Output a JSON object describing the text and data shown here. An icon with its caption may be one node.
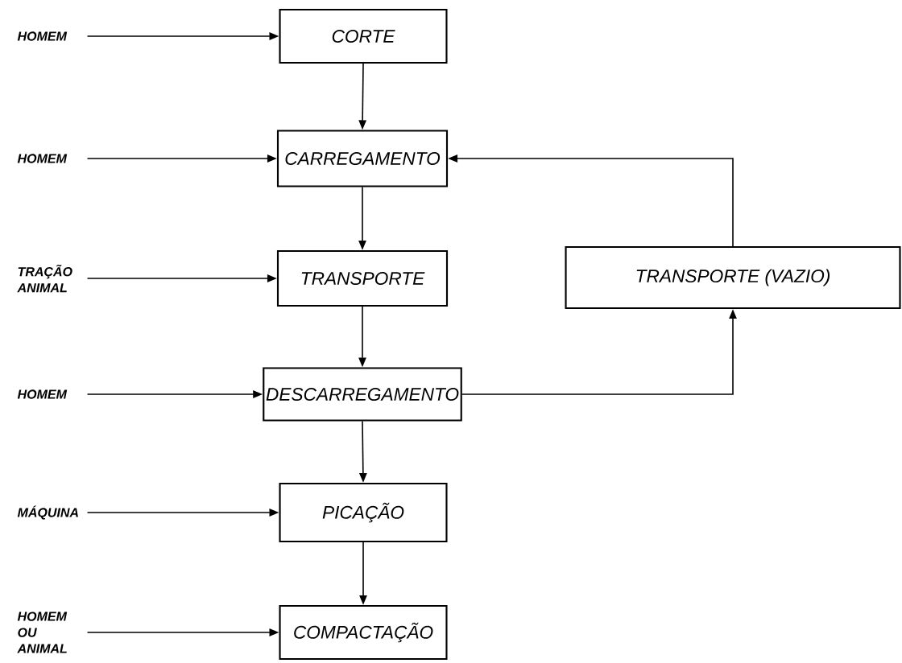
{
  "diagram": {
    "nodes": [
      {
        "text": [
          "CORTE"
        ]
      },
      {
        "text": [
          "CARREGAMENTO"
        ]
      },
      {
        "text": [
          "TRANSPORTE"
        ]
      },
      {
        "text": [
          "DESCARREGAMENTO"
        ]
      },
      {
        "text": [
          "PICAÇÃO"
        ]
      },
      {
        "text": [
          "COMPACTAÇÃO"
        ]
      },
      {
        "text": [
          "TRANSPORTE (VAZIO)"
        ]
      },
      {
        "text": [
          "HOMEM"
        ]
      },
      {
        "text": [
          "HOMEM"
        ]
      },
      {
        "text": [
          "TRAÇÃO ANIMAL"
        ]
      },
      {
        "text": [
          "HOMEM"
        ]
      },
      {
        "text": [
          "MÁQUINA"
        ]
      },
      {
        "text": [
          "HOMEM OU ANIMAL"
        ]
      }
    ],
    "edges": [
      {
        "from": 0,
        "to": 1,
        "arrow": "to"
      },
      {
        "from": 1,
        "to": 2,
        "arrow": "to"
      },
      {
        "from": 2,
        "to": 3,
        "arrow": "to"
      },
      {
        "from": 3,
        "to": 4,
        "arrow": "to"
      },
      {
        "from": 4,
        "to": 5,
        "arrow": "to"
      },
      {
        "from": 3,
        "to": 6,
        "arrow": "to"
      },
      {
        "from": 6,
        "to": 1,
        "arrow": "to"
      },
      {
        "from": 7,
        "to": 0,
        "arrow": "to"
      },
      {
        "from": 8,
        "to": 1,
        "arrow": "to"
      },
      {
        "from": 9,
        "to": 2,
        "arrow": "to"
      },
      {
        "from": 10,
        "to": 3,
        "arrow": "to"
      },
      {
        "from": 11,
        "to": 4,
        "arrow": "to"
      },
      {
        "from": 12,
        "to": 5,
        "arrow": "to"
      }
    ]
  }
}
